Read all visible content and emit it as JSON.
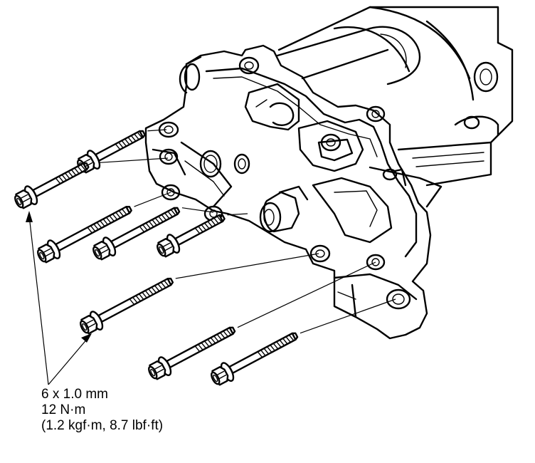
{
  "callout": {
    "size": "6 x 1.0 mm",
    "torque": "12 N·m",
    "torque_alt": "(1.2 kgf·m, 8.7 lbf·ft)"
  },
  "bolts": [
    {
      "id": "bolt-1",
      "count": 1
    },
    {
      "id": "bolt-2",
      "count": 1
    },
    {
      "id": "bolt-3",
      "count": 1
    },
    {
      "id": "bolt-4",
      "count": 1
    },
    {
      "id": "bolt-5",
      "count": 1
    },
    {
      "id": "bolt-6",
      "count": 1
    },
    {
      "id": "bolt-7",
      "count": 1
    },
    {
      "id": "bolt-8",
      "count": 1
    }
  ],
  "colors": {
    "line": "#000000",
    "background": "#ffffff"
  }
}
